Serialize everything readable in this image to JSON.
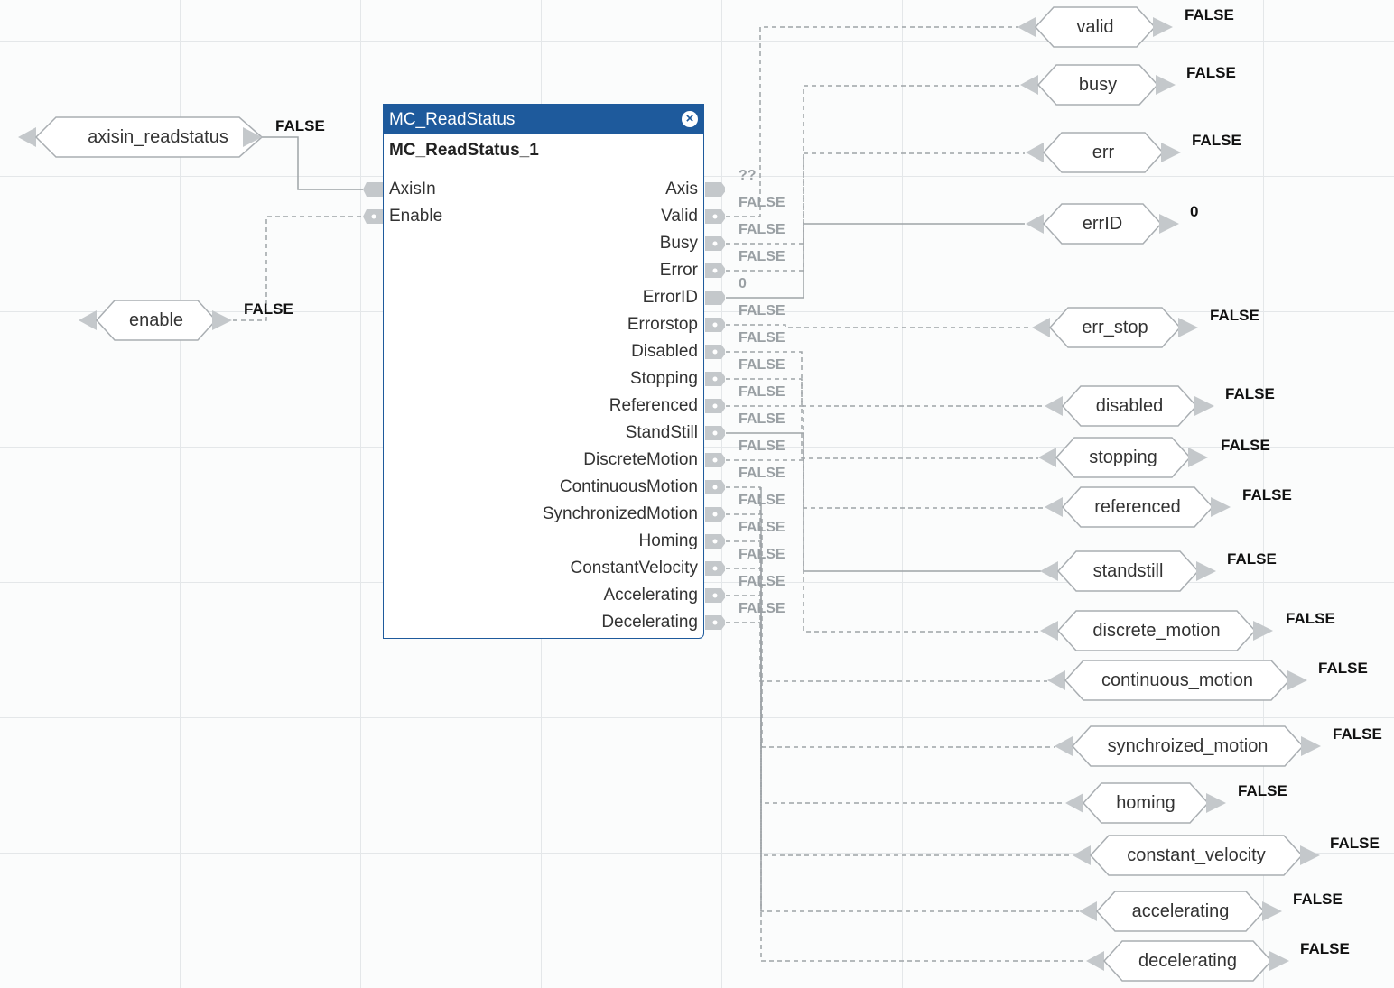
{
  "inputs": [
    {
      "name": "axisin_readstatus",
      "value": "FALSE"
    },
    {
      "name": "enable",
      "value": "FALSE"
    }
  ],
  "block": {
    "type": "MC_ReadStatus",
    "instance": "MC_ReadStatus_1",
    "close_icon": "close-circle-icon",
    "in_pins": [
      "AxisIn",
      "Enable"
    ],
    "out_pins": [
      {
        "name": "Axis",
        "value": "??"
      },
      {
        "name": "Valid",
        "value": "FALSE"
      },
      {
        "name": "Busy",
        "value": "FALSE"
      },
      {
        "name": "Error",
        "value": "FALSE"
      },
      {
        "name": "ErrorID",
        "value": "0"
      },
      {
        "name": "Errorstop",
        "value": "FALSE"
      },
      {
        "name": "Disabled",
        "value": "FALSE"
      },
      {
        "name": "Stopping",
        "value": "FALSE"
      },
      {
        "name": "Referenced",
        "value": "FALSE"
      },
      {
        "name": "StandStill",
        "value": "FALSE"
      },
      {
        "name": "DiscreteMotion",
        "value": "FALSE"
      },
      {
        "name": "ContinuousMotion",
        "value": "FALSE"
      },
      {
        "name": "SynchronizedMotion",
        "value": "FALSE"
      },
      {
        "name": "Homing",
        "value": "FALSE"
      },
      {
        "name": "ConstantVelocity",
        "value": "FALSE"
      },
      {
        "name": "Accelerating",
        "value": "FALSE"
      },
      {
        "name": "Decelerating",
        "value": "FALSE"
      }
    ]
  },
  "outputs": [
    {
      "name": "valid",
      "value": "FALSE"
    },
    {
      "name": "busy",
      "value": "FALSE"
    },
    {
      "name": "err",
      "value": "FALSE"
    },
    {
      "name": "errID",
      "value": "0"
    },
    {
      "name": "err_stop",
      "value": "FALSE"
    },
    {
      "name": "disabled",
      "value": "FALSE"
    },
    {
      "name": "stopping",
      "value": "FALSE"
    },
    {
      "name": "referenced",
      "value": "FALSE"
    },
    {
      "name": "standstill",
      "value": "FALSE"
    },
    {
      "name": "discrete_motion",
      "value": "FALSE"
    },
    {
      "name": "continuous_motion",
      "value": "FALSE"
    },
    {
      "name": "synchroized_motion",
      "value": "FALSE"
    },
    {
      "name": "homing",
      "value": "FALSE"
    },
    {
      "name": "constant_velocity",
      "value": "FALSE"
    },
    {
      "name": "accelerating",
      "value": "FALSE"
    },
    {
      "name": "decelerating",
      "value": "FALSE"
    }
  ],
  "colors": {
    "block_header": "#1e5a9c",
    "port": "#c4c8cb",
    "wire": "#9ea3a7"
  }
}
